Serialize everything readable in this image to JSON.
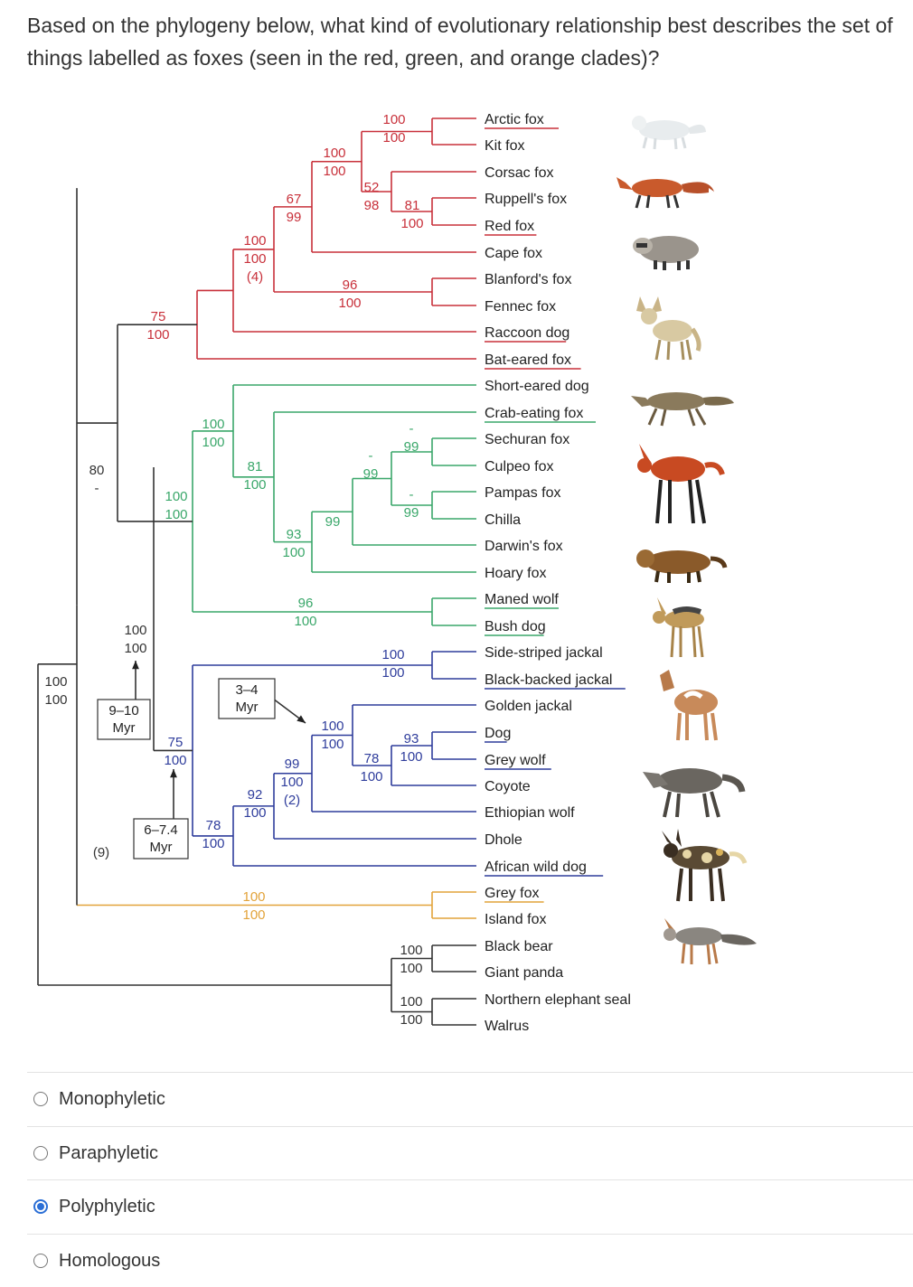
{
  "question": "Based on the phylogeny below, what kind of evolutionary relationship best describes the set of things labelled as foxes (seen in the red, green, and orange clades)?",
  "colors": {
    "red": "#c8303a",
    "green": "#3aa76a",
    "blue": "#2f3d9c",
    "orange": "#e2a33a",
    "black": "#333333",
    "select": "#2b6fd6"
  },
  "taxa": [
    "Arctic fox",
    "Kit fox",
    "Corsac fox",
    "Ruppell's fox",
    "Red fox",
    "Cape fox",
    "Blanford's fox",
    "Fennec fox",
    "Raccoon dog",
    "Bat-eared fox",
    "Short-eared dog",
    "Crab-eating fox",
    "Sechuran fox",
    "Culpeo fox",
    "Pampas fox",
    "Chilla",
    "Darwin's fox",
    "Hoary fox",
    "Maned wolf",
    "Bush dog",
    "Side-striped jackal",
    "Black-backed jackal",
    "Golden jackal",
    "Dog",
    "Grey wolf",
    "Coyote",
    "Ethiopian wolf",
    "Dhole",
    "African wild dog",
    "Grey fox",
    "Island fox",
    "Black bear",
    "Giant panda",
    "Northern elephant seal",
    "Walrus"
  ],
  "support": {
    "s1": [
      "100",
      "100"
    ],
    "s2": [
      "100",
      "100"
    ],
    "s3": [
      "52",
      "98"
    ],
    "s4": [
      "81",
      "100"
    ],
    "s5": [
      "67",
      "99"
    ],
    "s6": [
      "100",
      "100",
      "(4)"
    ],
    "s7": [
      "96",
      "100"
    ],
    "s8": [
      "75",
      "100"
    ],
    "s9": [
      "100",
      "100"
    ],
    "s10": [
      "81",
      "100"
    ],
    "s11": [
      "99"
    ],
    "s12": [
      "-",
      "99"
    ],
    "s13": [
      "-",
      "99"
    ],
    "s14": [
      "-",
      "99"
    ],
    "s15": [
      "93",
      "100"
    ],
    "s16": [
      "96",
      "100"
    ],
    "s17": [
      "100",
      "100"
    ],
    "s18": [
      "80",
      "-"
    ],
    "s19": [
      "100",
      "100"
    ],
    "s20": [
      "100",
      "100"
    ],
    "s21": [
      "100",
      "100"
    ],
    "s22": [
      "93",
      "100"
    ],
    "s23": [
      "78",
      "100"
    ],
    "s24": [
      "99",
      "100",
      "(2)"
    ],
    "s25": [
      "92",
      "100"
    ],
    "s26": [
      "75",
      "100"
    ],
    "s27": [
      "78",
      "100"
    ],
    "s28": [
      "100",
      "100"
    ],
    "s29": [
      "(9)"
    ],
    "s30": [
      "100",
      "100"
    ],
    "s31": [
      "100",
      "100"
    ],
    "s32": [
      "100",
      "100"
    ]
  },
  "dates": {
    "d1": [
      "9–10",
      "Myr"
    ],
    "d2": [
      "3–4",
      "Myr"
    ],
    "d3": [
      "6–7.4",
      "Myr"
    ]
  },
  "options": [
    {
      "label": "Monophyletic",
      "selected": false
    },
    {
      "label": "Paraphyletic",
      "selected": false
    },
    {
      "label": "Polyphyletic",
      "selected": true
    },
    {
      "label": "Homologous",
      "selected": false
    }
  ]
}
